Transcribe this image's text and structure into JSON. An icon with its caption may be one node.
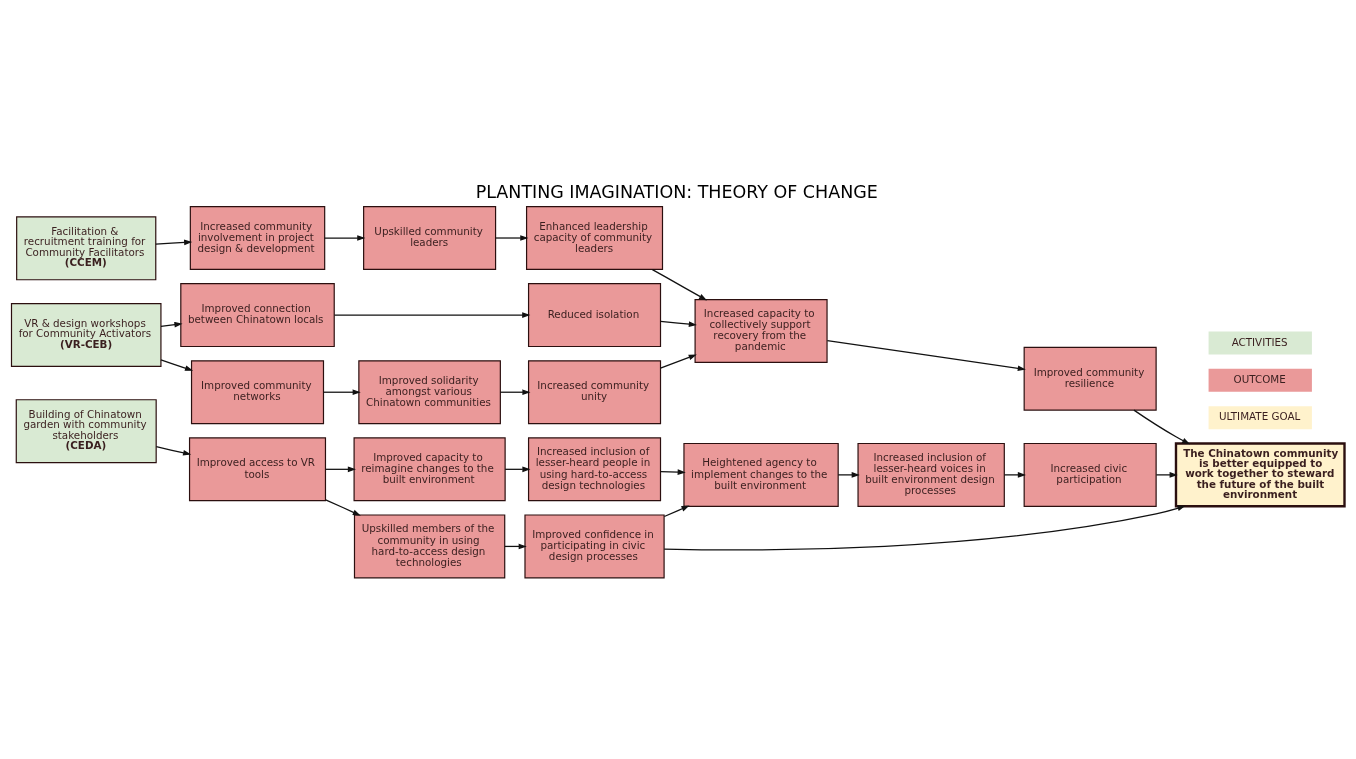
{
  "diagram": {
    "title": "PLANTING IMAGINATION: THEORY OF CHANGE",
    "nodes": [
      {
        "text": [
          "Facilitation & recruitment training for Community Facilitators",
          "(CCEM)"
        ]
      },
      {
        "text": [
          "Increased community involvement in project design & development"
        ]
      },
      {
        "text": [
          "Upskilled community leaders"
        ]
      },
      {
        "text": [
          "Enhanced leadership capacity of community leaders"
        ]
      },
      {
        "text": [
          "VR & design workshops for Community Activators",
          "(VR-CEB)"
        ]
      },
      {
        "text": [
          "Improved connection between Chinatown locals"
        ]
      },
      {
        "text": [
          "Reduced isolation"
        ]
      },
      {
        "text": [
          "Increased capacity to collectively support recovery from the pandemic"
        ]
      },
      {
        "text": [
          "Improved community resilience"
        ]
      },
      {
        "text": [
          "Improved community networks"
        ]
      },
      {
        "text": [
          "Improved solidarity amongst various Chinatown communities"
        ]
      },
      {
        "text": [
          "Increased community unity"
        ]
      },
      {
        "text": [
          "The Chinatown community is better equipped to work together to steward the future of the built environment"
        ]
      },
      {
        "text": [
          "Building of Chinatown garden with community stakeholders",
          "(CEDA)"
        ]
      },
      {
        "text": [
          "Improved access to VR tools"
        ]
      },
      {
        "text": [
          "Upskilled members of the community in using hard-to-access design technologies"
        ]
      },
      {
        "text": [
          "Improved confidence in participating in civic design processes"
        ]
      },
      {
        "text": [
          "Improved capacity to reimagine changes to the built environment"
        ]
      },
      {
        "text": [
          "Increased inclusion of lesser-heard people in using hard-to-access design technologies"
        ]
      },
      {
        "text": [
          "Heightened agency to implement changes to the built environment"
        ]
      },
      {
        "text": [
          "Increased inclusion of lesser-heard voices in built environment design processes"
        ]
      },
      {
        "text": [
          "Increased civic participation"
        ]
      }
    ],
    "edges": [
      {
        "from": 0,
        "to": 1,
        "arrow": "to"
      },
      {
        "from": 1,
        "to": 2,
        "arrow": "to"
      },
      {
        "from": 2,
        "to": 3,
        "arrow": "to"
      },
      {
        "from": 3,
        "to": 7,
        "arrow": "to"
      },
      {
        "from": 4,
        "to": 5,
        "arrow": "to"
      },
      {
        "from": 4,
        "to": 9,
        "arrow": "to"
      },
      {
        "from": 5,
        "to": 6,
        "arrow": "to"
      },
      {
        "from": 6,
        "to": 7,
        "arrow": "to"
      },
      {
        "from": 7,
        "to": 8,
        "arrow": "to"
      },
      {
        "from": 8,
        "to": 12,
        "arrow": "to"
      },
      {
        "from": 9,
        "to": 10,
        "arrow": "to"
      },
      {
        "from": 10,
        "to": 11,
        "arrow": "to"
      },
      {
        "from": 11,
        "to": 7,
        "arrow": "to"
      },
      {
        "from": 13,
        "to": 14,
        "arrow": "to"
      },
      {
        "from": 14,
        "to": 15,
        "arrow": "to"
      },
      {
        "from": 15,
        "to": 16,
        "arrow": "to"
      },
      {
        "from": 16,
        "to": 12,
        "arrow": "to"
      },
      {
        "from": 14,
        "to": 17,
        "arrow": "to"
      },
      {
        "from": 16,
        "to": 19,
        "arrow": "to"
      },
      {
        "from": 17,
        "to": 18,
        "arrow": "to"
      },
      {
        "from": 18,
        "to": 19,
        "arrow": "to"
      },
      {
        "from": 19,
        "to": 20,
        "arrow": "to"
      },
      {
        "from": 20,
        "to": 21,
        "arrow": "to"
      },
      {
        "from": 21,
        "to": 12,
        "arrow": "to"
      }
    ],
    "legend": [
      {
        "text": "ACTIVITIES",
        "color": "#d9ead3"
      },
      {
        "text": "OUTCOME",
        "color": "#ea9999"
      },
      {
        "text": "ULTIMATE GOAL",
        "color": "#fff2cc"
      }
    ]
  }
}
